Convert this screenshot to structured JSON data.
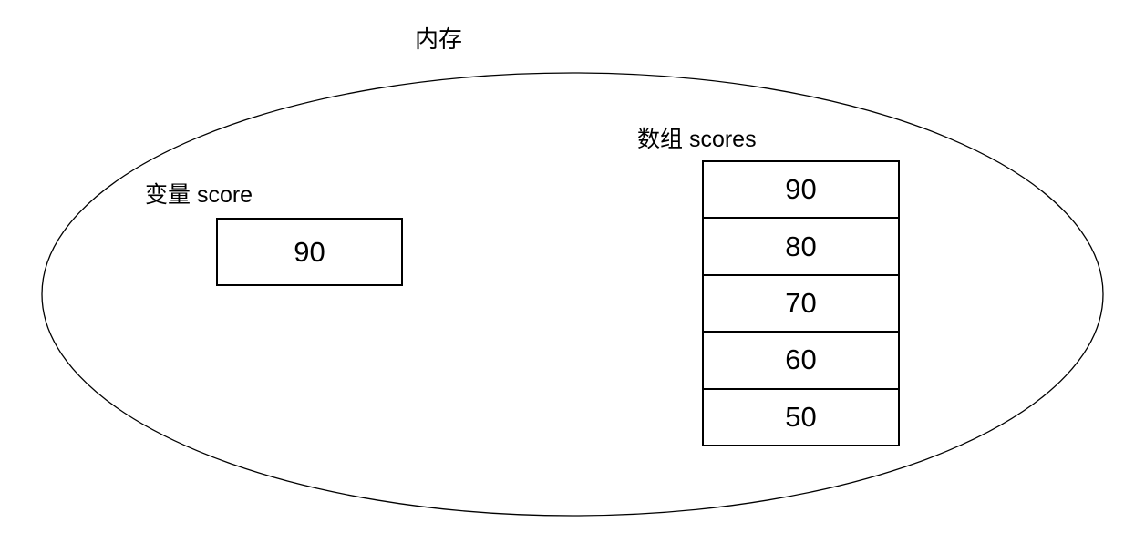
{
  "diagram": {
    "title": "内存",
    "colors": {
      "stroke": "#000000",
      "background": "#ffffff"
    },
    "variable": {
      "label": "变量 score",
      "value": "90"
    },
    "array": {
      "label": "数组 scores",
      "cells": [
        "90",
        "80",
        "70",
        "60",
        "50"
      ]
    }
  }
}
